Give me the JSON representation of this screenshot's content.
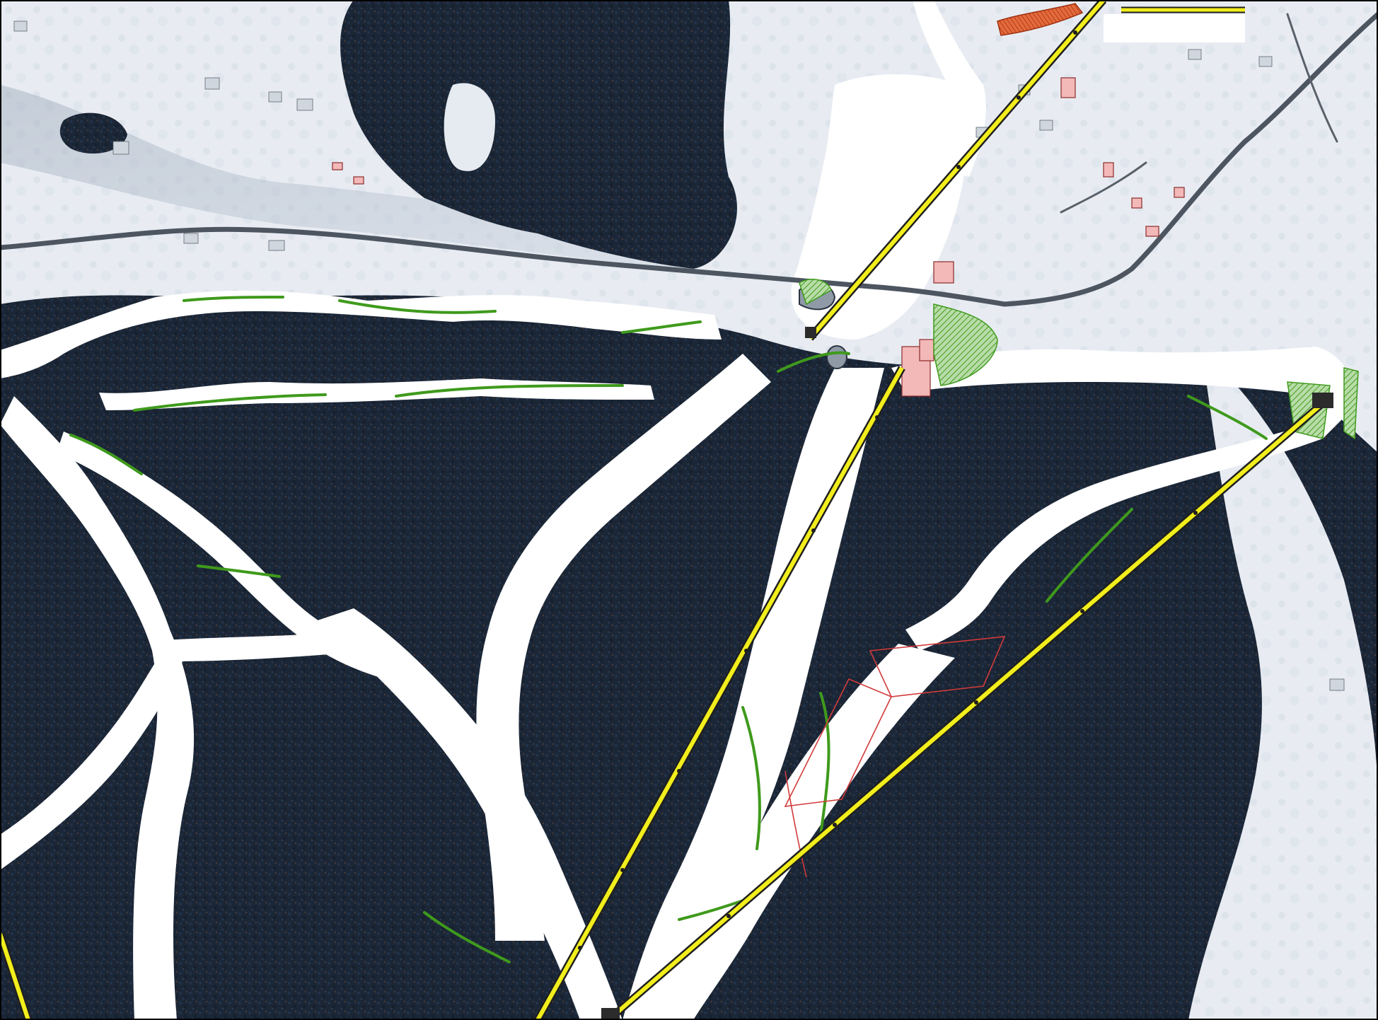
{
  "map": {
    "type": "ski resort planning overlay on winter aerial orthophoto",
    "colors": {
      "lift_fill": "#f2ee1c",
      "lift_outline": "#1f1f1f",
      "piste": "#ffffff",
      "vegetation_edge": "#3f9a1c",
      "planned_zone_outline": "#d23a3a",
      "buildings": "#f3b8b8",
      "forest": "#1b2636",
      "road": "#4d5560"
    },
    "legend_visible": false,
    "layers": {
      "lifts": [
        {
          "id": "lift-1"
        },
        {
          "id": "lift-2"
        },
        {
          "id": "lift-3"
        },
        {
          "id": "lift-4"
        },
        {
          "id": "lift-5"
        }
      ],
      "planned_zones": [
        {
          "id": "zone-north",
          "label": "",
          "vertices": 4
        },
        {
          "id": "zone-south",
          "label": "",
          "vertices": 4
        }
      ]
    }
  }
}
